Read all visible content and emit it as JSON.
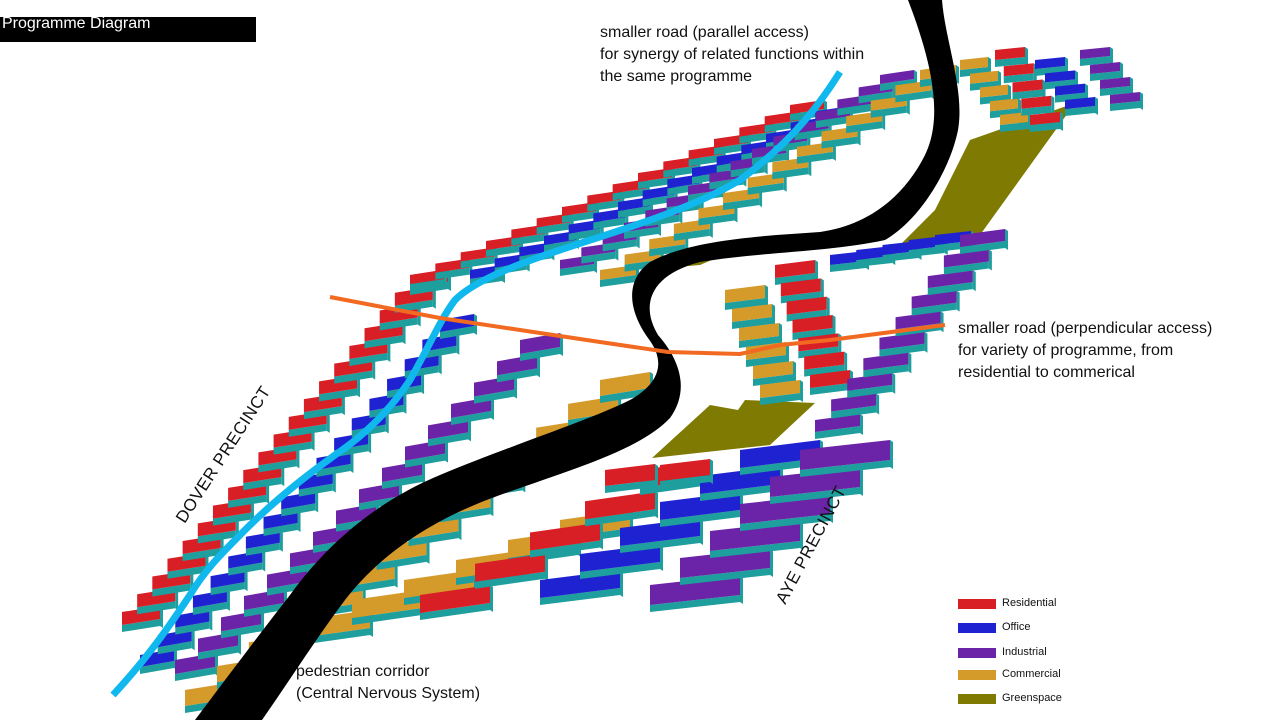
{
  "title": "Programme Diagram",
  "annotations": {
    "parallel_road": [
      "smaller road (parallel access)",
      "for synergy of related functions within",
      "the same programme"
    ],
    "perpendicular_road": [
      "smaller road (perpendicular access)",
      "for variety of programme, from",
      "residential to commerical"
    ],
    "pedestrian": [
      "pedestrian corridor",
      "(Central Nervous System)"
    ]
  },
  "precincts": {
    "dover": "DOVER PRECINCT",
    "aye": "AYE PRECINCT"
  },
  "legend": [
    {
      "label": "Residential",
      "color": "#d81f26"
    },
    {
      "label": "Office",
      "color": "#1f22d0"
    },
    {
      "label": "Industrial",
      "color": "#6b23a8"
    },
    {
      "label": "Commercial",
      "color": "#d49a2a"
    },
    {
      "label": "Greenspace",
      "color": "#7e7a02"
    }
  ],
  "colors": {
    "building_side": "#1f9e9e",
    "corridor": "#000000",
    "parallel_road": "#10b8ee",
    "perpendicular_road": "#f26a21"
  }
}
